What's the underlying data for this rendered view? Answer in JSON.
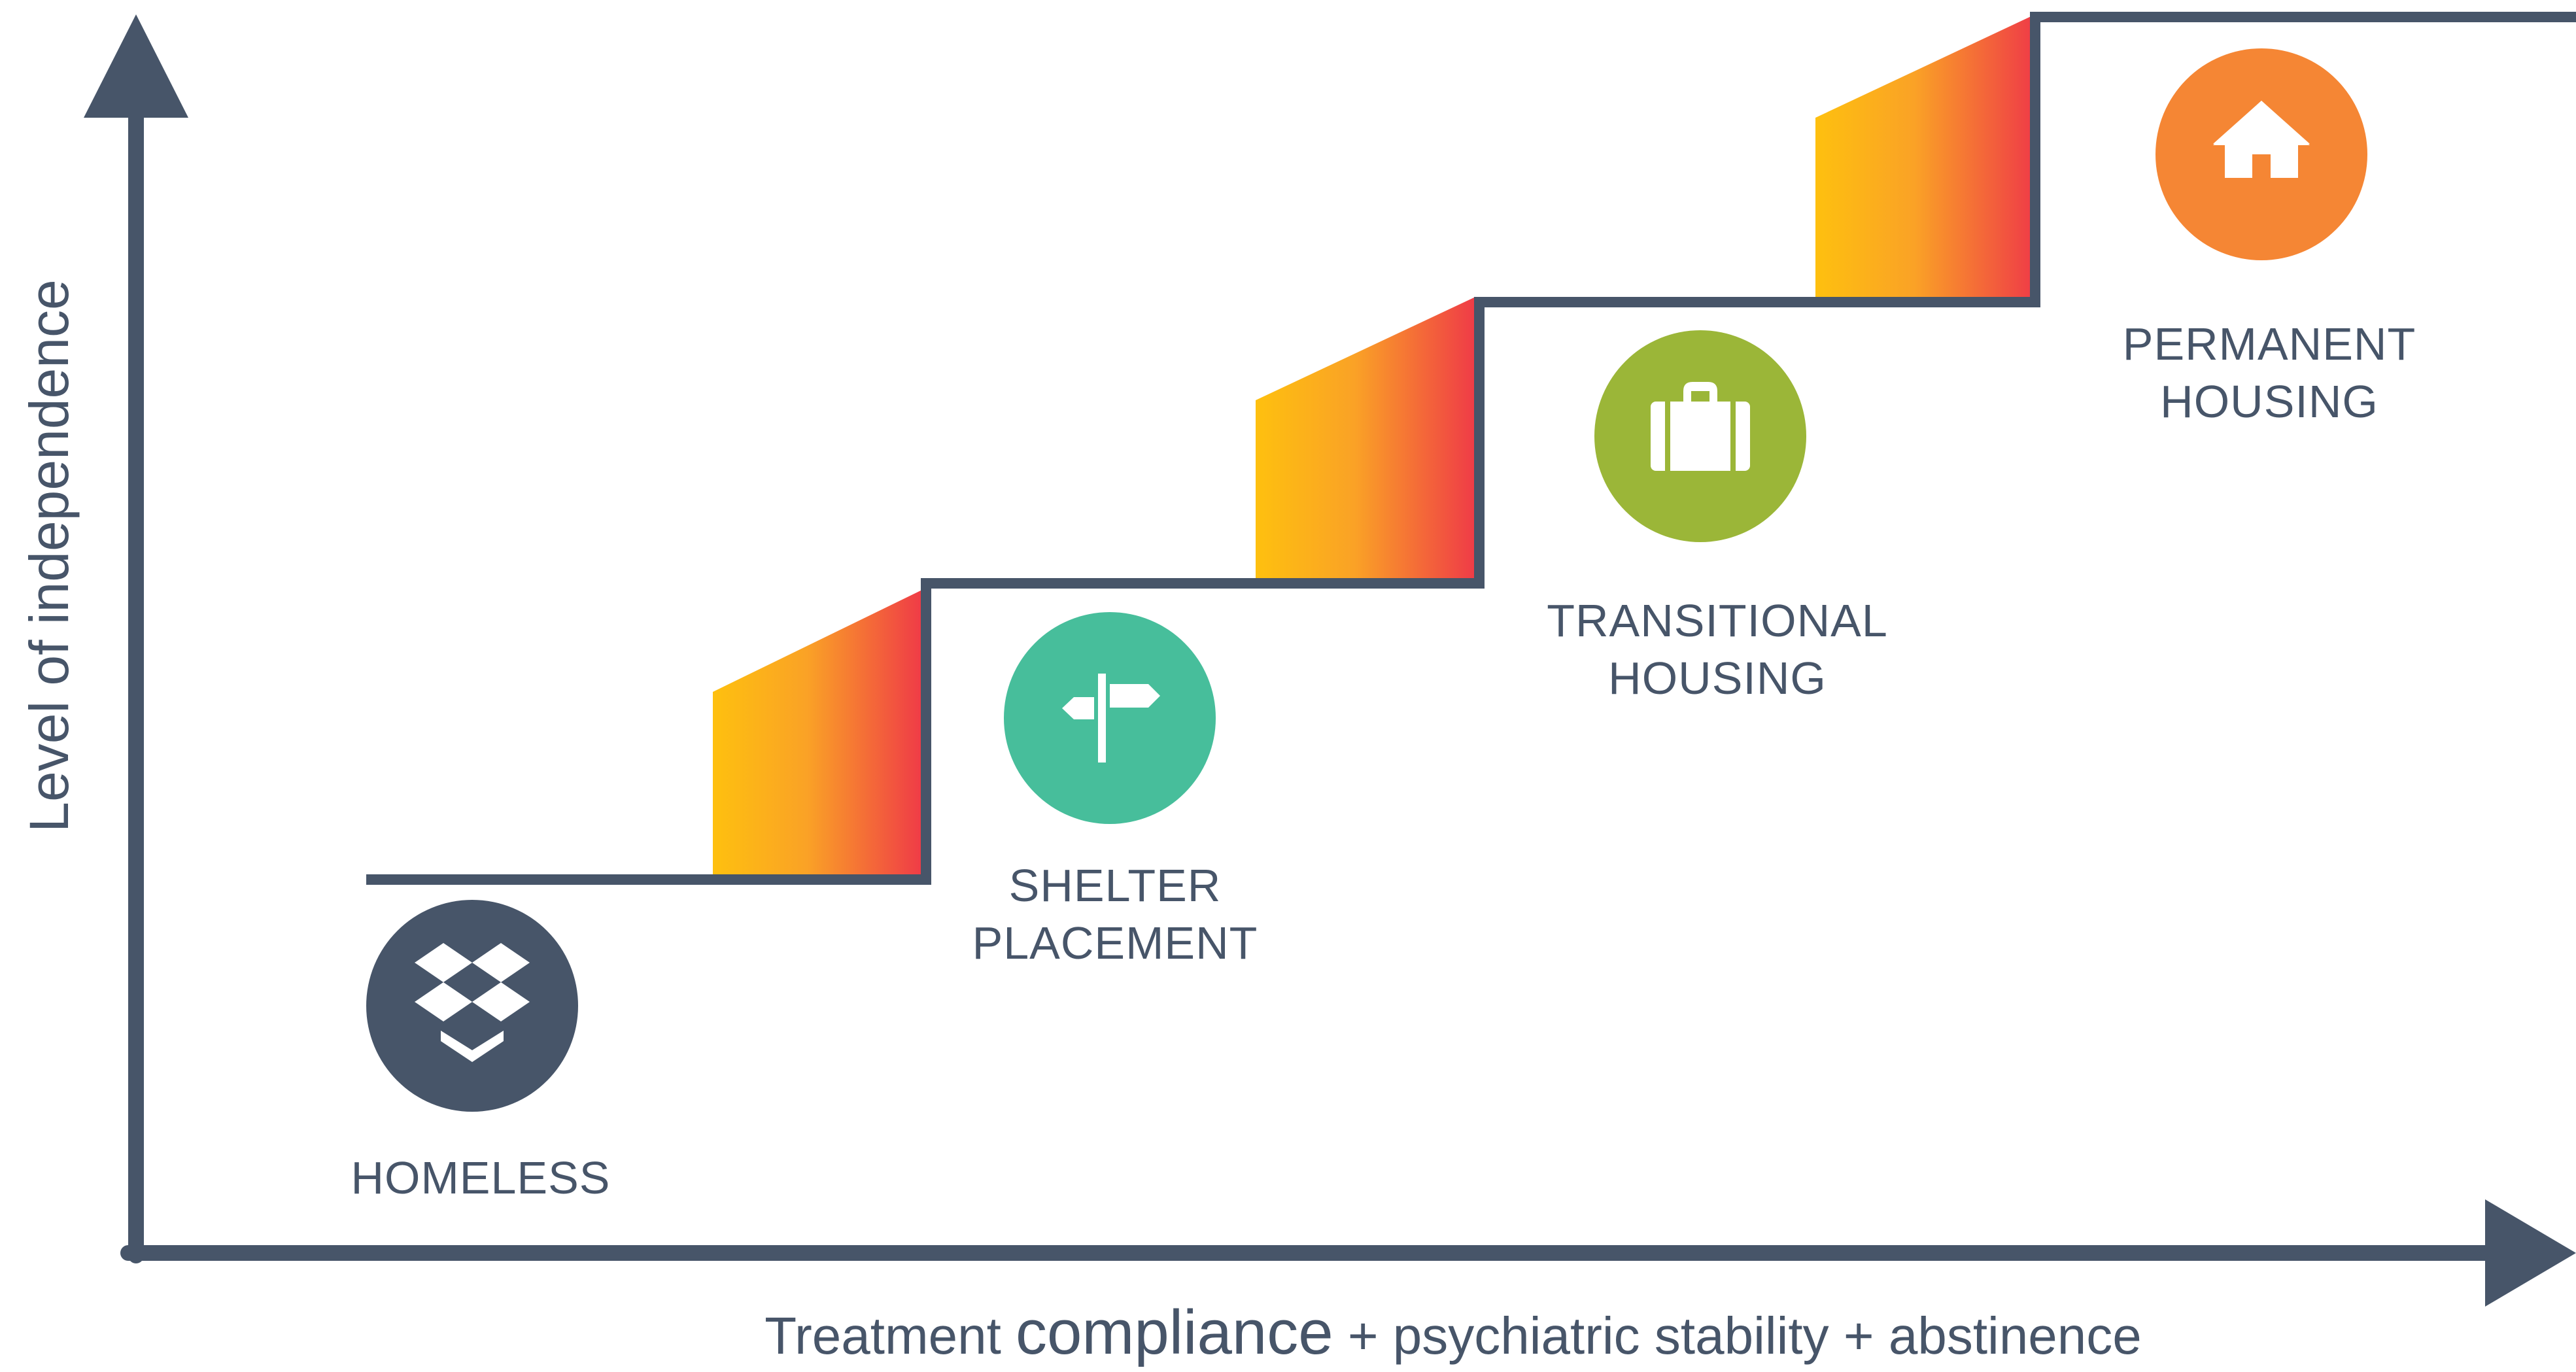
{
  "axes": {
    "y_label": "Level of independence",
    "x_label_prefix": "Treatment ",
    "x_label_emphasis": "compliance",
    "x_label_suffix": " + psychiatric stability + abstinence"
  },
  "stages": [
    {
      "lines": [
        "HOMELESS"
      ],
      "icon": "dropbox-icon",
      "color": "#475569"
    },
    {
      "lines": [
        "SHELTER",
        "PLACEMENT"
      ],
      "icon": "signpost-icon",
      "color": "#47BE9B"
    },
    {
      "lines": [
        "TRANSITIONAL",
        "HOUSING"
      ],
      "icon": "suitcase-icon",
      "color": "#9BB638"
    },
    {
      "lines": [
        "PERMANENT",
        "HOUSING"
      ],
      "icon": "house-icon",
      "color": "#F58634"
    }
  ],
  "colors": {
    "axis": "#475569",
    "step_line": "#475569",
    "gradient_start": "#FEC00F",
    "gradient_end": "#EF3B47",
    "background": "#FFFFFF"
  }
}
